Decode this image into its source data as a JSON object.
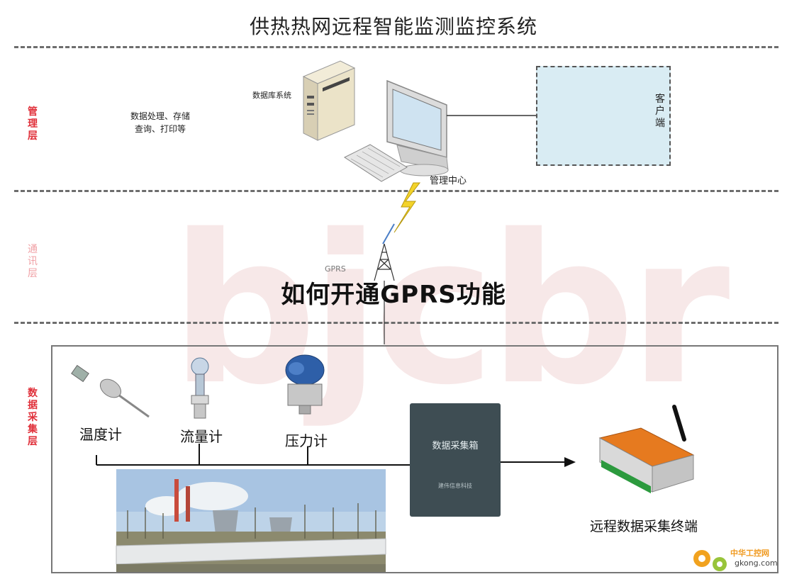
{
  "title": "供热热网远程智能监测监控系统",
  "overlay_title": "如何开通GPRS功能",
  "layers": {
    "management": "管理层",
    "communication": "通讯层",
    "acquisition": "数据采集层"
  },
  "management": {
    "functions_line1": "数据处理、存储",
    "functions_line2": "查询、打印等",
    "database_label": "数据库系统",
    "center_label": "管理中心",
    "client_label": "客户端"
  },
  "communication": {
    "gprs_label": "GPRS"
  },
  "acquisition": {
    "sensors": [
      "温度计",
      "流量计",
      "压力计"
    ],
    "collector_box_label": "数据采集箱",
    "collector_box_sub": "建伟信息科技",
    "terminal_label": "远程数据采集终端"
  },
  "site_logo": {
    "name": "中华工控网",
    "url": "gkong.com"
  },
  "colors": {
    "layer_management": "#e0303a",
    "layer_communication": "#f0a0a5",
    "layer_acquisition": "#e0303a",
    "client_bg": "#d9ecf3",
    "lightning": "#f3d32a"
  }
}
